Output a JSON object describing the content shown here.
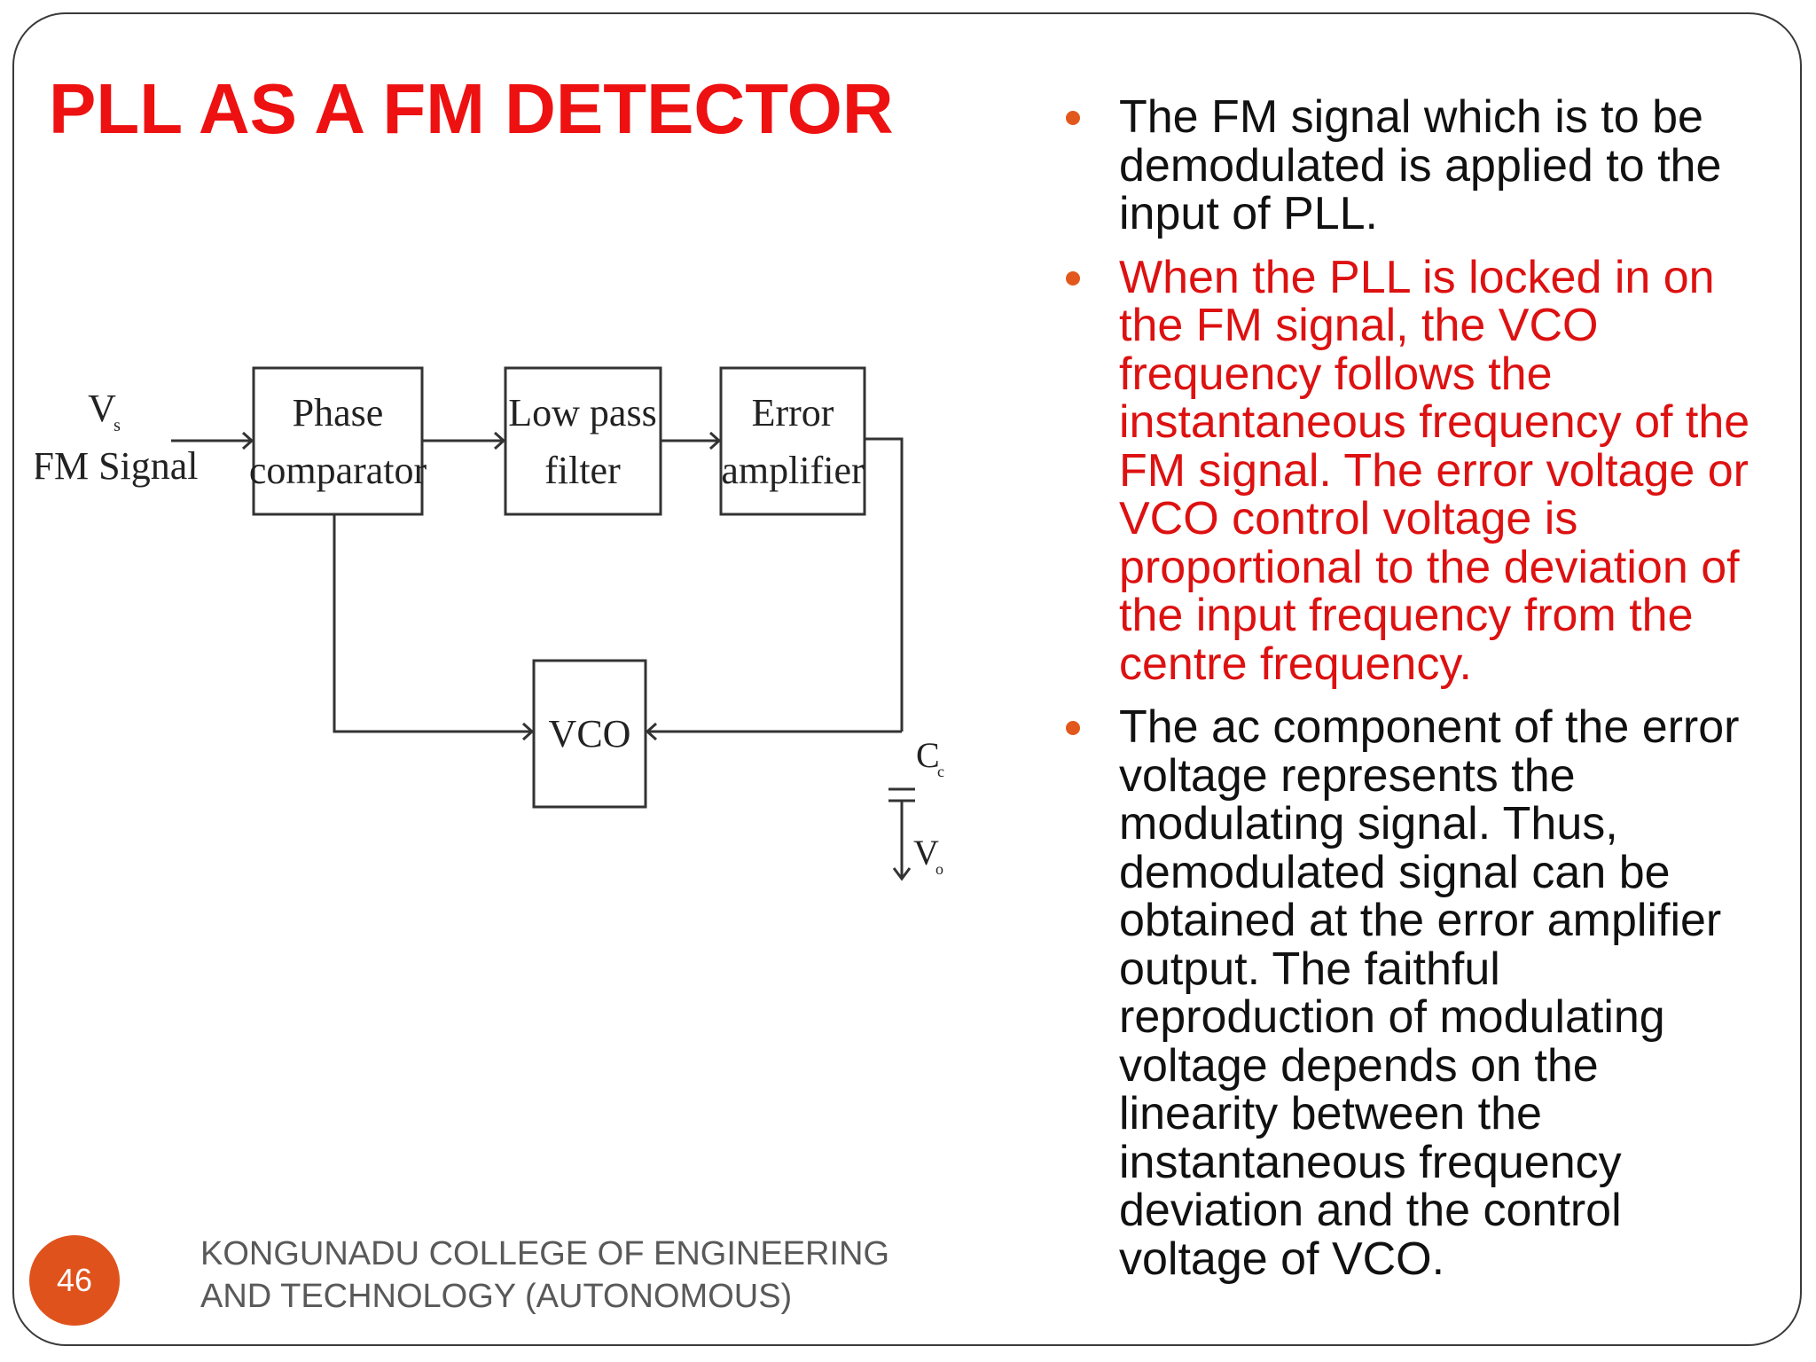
{
  "slide": {
    "title": "PLL AS A FM DETECTOR",
    "page_number": "46",
    "footer_line1": "KONGUNADU COLLEGE OF ENGINEERING",
    "footer_line2": "AND TECHNOLOGY (AUTONOMOUS)",
    "colors": {
      "title": "#ee1111",
      "emphasis_text": "#dd1111",
      "body_text": "#111111",
      "bullet": "#e2581c",
      "badge": "#e0521c",
      "footer": "#595959"
    }
  },
  "diagram": {
    "input_symbol": "V",
    "input_subscript": "s",
    "input_label": "FM Signal",
    "blocks": {
      "phase_comparator": [
        "Phase",
        "comparator"
      ],
      "low_pass_filter": [
        "Low pass",
        "filter"
      ],
      "error_amplifier": [
        "Error",
        "amplifier"
      ],
      "vco": "VCO"
    },
    "capacitor_symbol": "C",
    "capacitor_subscript": "c",
    "output_symbol": "V",
    "output_subscript": "o"
  },
  "bullets": [
    {
      "text": "The FM signal which is to be demodulated is applied to the input of PLL.",
      "color": "#111111"
    },
    {
      "text": "When the PLL is locked in on the FM signal, the VCO frequency follows the instantaneous frequency of the FM signal. The error voltage or VCO control voltage is proportional to the deviation of the input frequency from the centre frequency.",
      "color": "#dd1111"
    },
    {
      "text": "The ac component of the error voltage represents the modulating signal. Thus, demodulated signal can be obtained at the error amplifier output. The faithful reproduction of modulating voltage depends on the linearity between the instantaneous frequency deviation and the control voltage of VCO.",
      "color": "#111111"
    }
  ]
}
